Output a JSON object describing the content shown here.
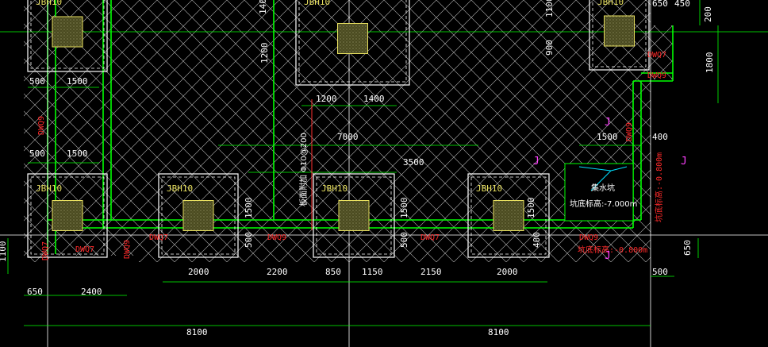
{
  "drawing": {
    "bottom_dims": [
      "8100",
      "8100"
    ],
    "row_dims": [
      "650",
      "2400",
      "2000",
      "2200",
      "850",
      "1150",
      "2150",
      "2000",
      "500"
    ],
    "top_dims": [
      "1400",
      "1200",
      "1100",
      "900",
      "650",
      "450",
      "200",
      "1800",
      "1200",
      "1400"
    ],
    "mid_dims": [
      "7000",
      "3500",
      "1500",
      "400"
    ],
    "left_dims": [
      "500",
      "1500",
      "500",
      "1500",
      "1100"
    ],
    "pile_dims": [
      "1500",
      "500",
      "1500",
      "500",
      "1500",
      "400",
      "650"
    ],
    "pile_caps": [
      "JBH10",
      "JBH10",
      "JBH10",
      "JBH10",
      "JBH10",
      "JBH10",
      "JBH10"
    ],
    "wall_tags": [
      "DWQ9",
      "DWQ7",
      "DWQ7",
      "DWQ9",
      "DWQ7",
      "DWQ9",
      "DWQ7",
      "DWQ9",
      "DWQ7",
      "DWQ9",
      "DWQ9"
    ],
    "elev_label_1": "坑底标高:-0.800m",
    "elev_label_2": "坑底标高:-0.800m",
    "sump_title": "集水坑",
    "sump_elev": "坑底标高:-7.000m",
    "rebar_label": "板面附加 Φ10@200",
    "section_marks": [
      "J",
      "J",
      "J",
      "J"
    ]
  },
  "colors": {
    "background": "#000000",
    "grid_line": "#ffffff",
    "dimension_line": "#00ff00",
    "wall_outline": "#00ff00",
    "cap_fill": "#3a3a14",
    "annotation_red": "#ff2a2a",
    "section_mark": "#ff40ff",
    "rebar_line": "#ff3030",
    "sump_line": "#00e0ff"
  }
}
